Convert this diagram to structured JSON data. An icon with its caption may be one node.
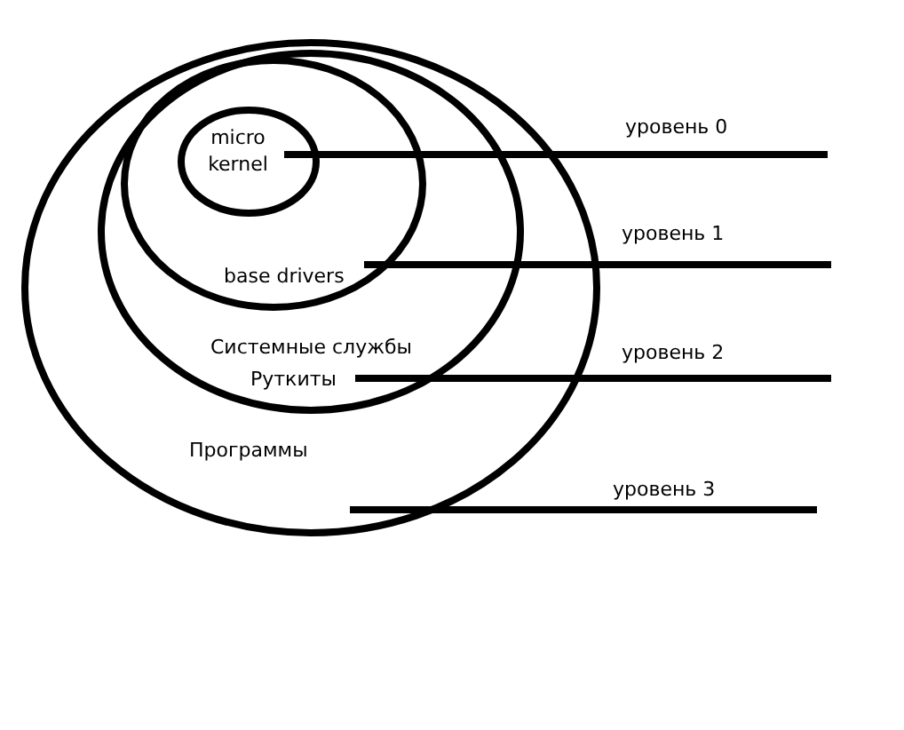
{
  "diagram": {
    "nodes": [
      {
        "text": [
          "Программы"
        ]
      },
      {
        "text": [
          "Системные службы",
          "Руткиты"
        ],
        "in": 0
      },
      {
        "text": [
          "base drivers"
        ],
        "in": 1
      },
      {
        "text": [
          "micro kernel"
        ],
        "in": 2
      },
      {
        "text": [
          "уровень 0"
        ]
      },
      {
        "text": [
          "уровень 1"
        ]
      },
      {
        "text": [
          "уровень 2"
        ]
      },
      {
        "text": [
          "уровень 3"
        ]
      }
    ],
    "edges": [
      {
        "from": 4,
        "to": 3,
        "arrow": "none"
      },
      {
        "from": 5,
        "to": 2,
        "arrow": "none"
      },
      {
        "from": 6,
        "to": 1,
        "arrow": "none"
      },
      {
        "from": 7,
        "to": 0,
        "arrow": "none"
      }
    ]
  }
}
